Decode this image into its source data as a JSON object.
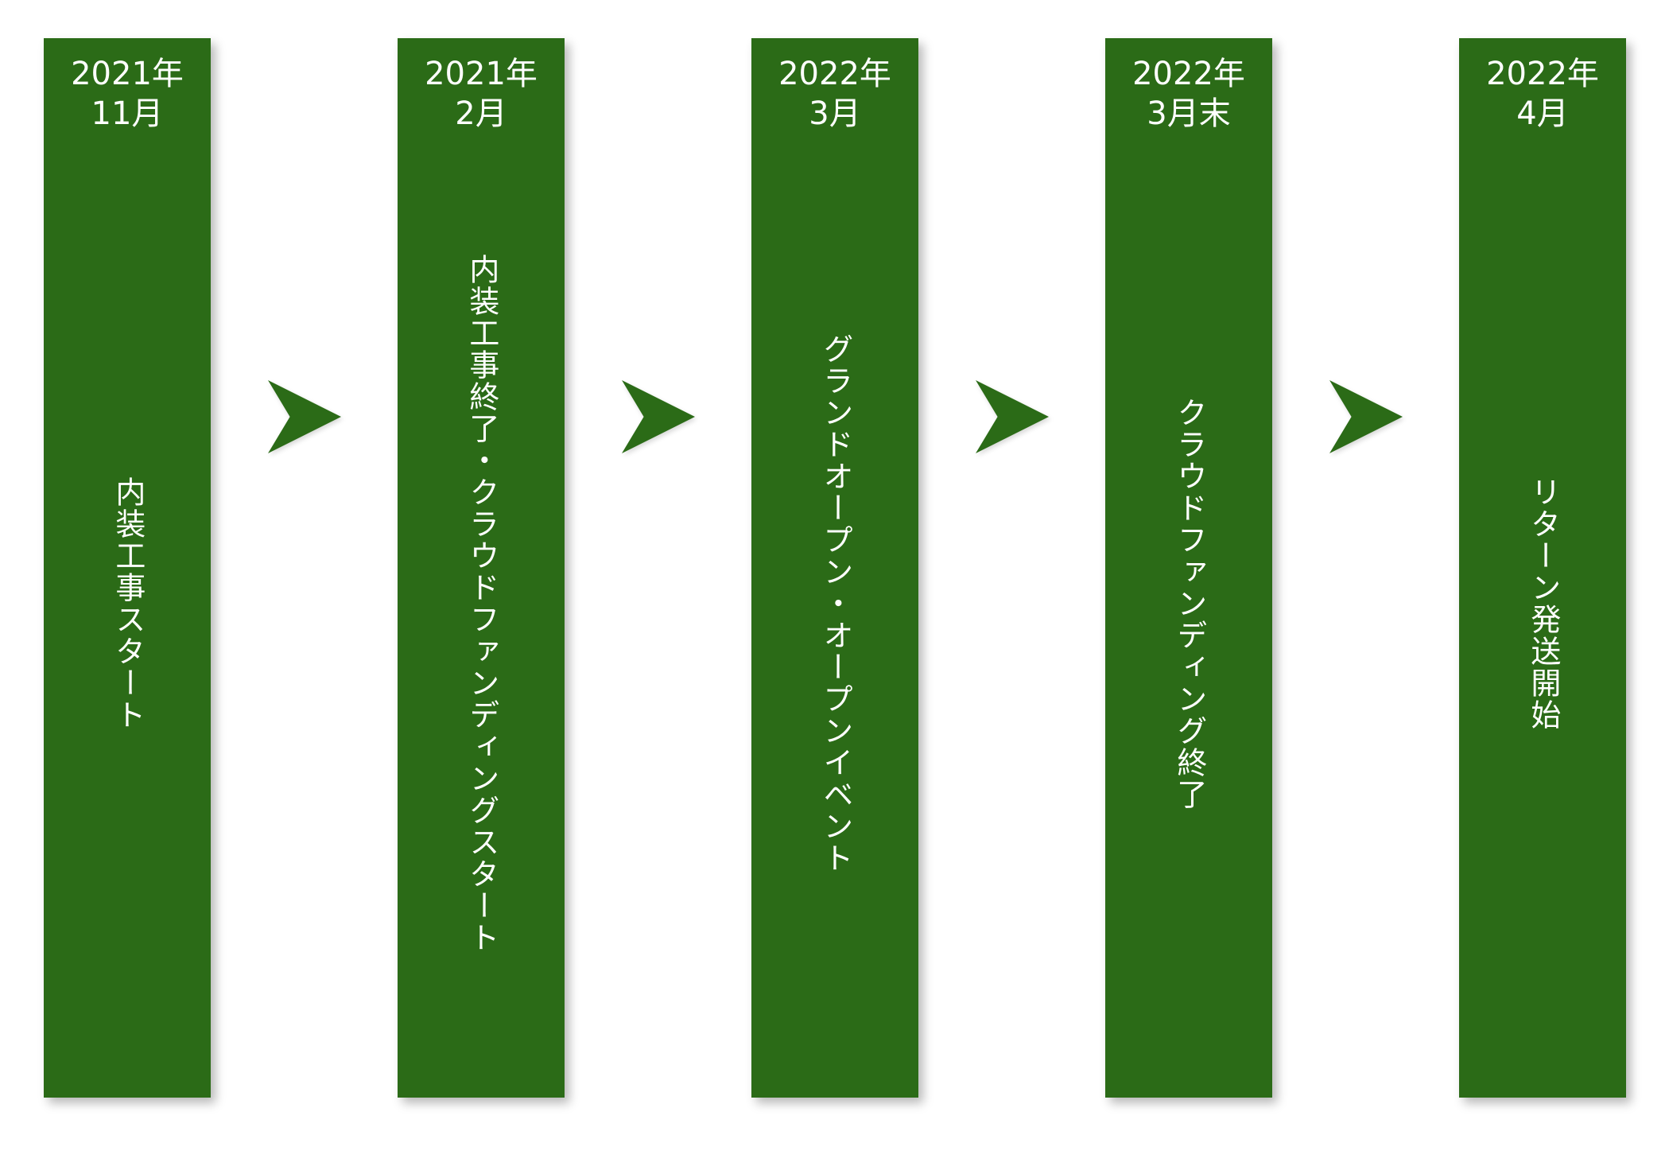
{
  "diagram": {
    "colors": {
      "bar": "#2b6b17",
      "arrow": "#2b6b17",
      "text": "#ffffff",
      "background": "#ffffff"
    },
    "steps": [
      {
        "date_year": "2021年",
        "date_month": "11月",
        "label": "内装工事スタート"
      },
      {
        "date_year": "2021年",
        "date_month": "2月",
        "label": "内装工事終了・クラウドファンディングスタート"
      },
      {
        "date_year": "2022年",
        "date_month": "3月",
        "label": "グランドオープン・オープンイベント"
      },
      {
        "date_year": "2022年",
        "date_month": "3月末",
        "label": "クラウドファンディング終了"
      },
      {
        "date_year": "2022年",
        "date_month": "4月",
        "label": "リターン発送開始"
      }
    ]
  }
}
